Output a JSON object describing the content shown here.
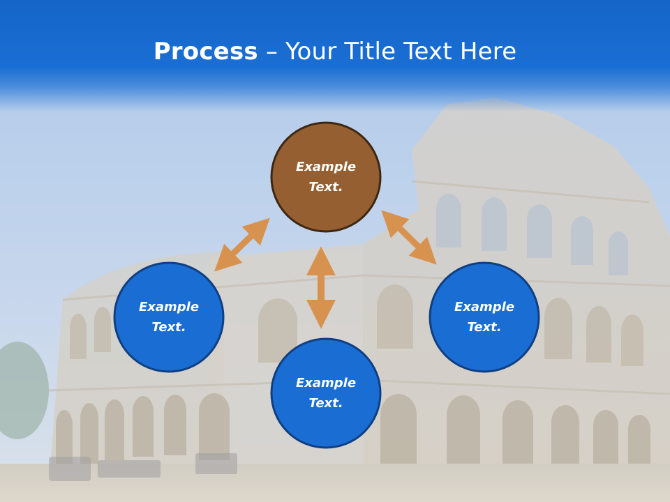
{
  "slide": {
    "title_strong": "Process",
    "title_rest": " – Your Title Text Here"
  },
  "nodes": {
    "top": {
      "line1": "Example",
      "line2": "Text."
    },
    "left": {
      "line1": "Example",
      "line2": "Text."
    },
    "right": {
      "line1": "Example",
      "line2": "Text."
    },
    "bottom": {
      "line1": "Example",
      "line2": "Text."
    }
  },
  "colors": {
    "header": "#1a6ed3",
    "node_blue": "#1a6ed3",
    "node_blue_border": "#0f3f82",
    "node_brown": "#955f31",
    "node_brown_border": "#3c2712",
    "arrow": "#d8924f"
  }
}
